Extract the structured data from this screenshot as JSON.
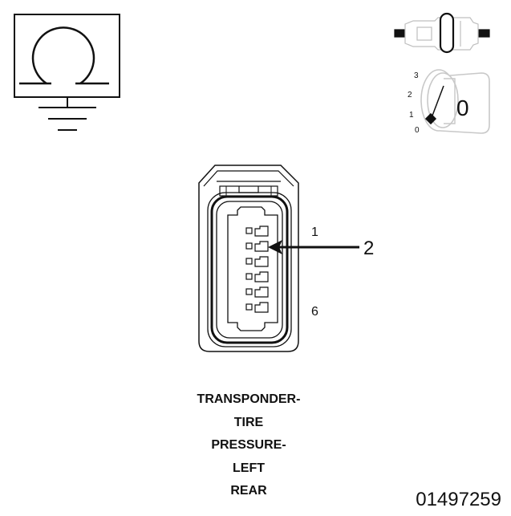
{
  "connector": {
    "name_lines": [
      "TRANSPONDER-",
      "TIRE",
      "PRESSURE-",
      "LEFT",
      "REAR"
    ],
    "pin_first": "1",
    "pin_last": "6",
    "callout": "2",
    "pin_count": 6
  },
  "ignition": {
    "positions": [
      "3",
      "2",
      "1",
      "0"
    ],
    "key_label": "0"
  },
  "figure_id": "01497259",
  "icons": [
    "ohmmeter-ground-icon",
    "disconnected-connector-icon",
    "ignition-switch-icon"
  ]
}
